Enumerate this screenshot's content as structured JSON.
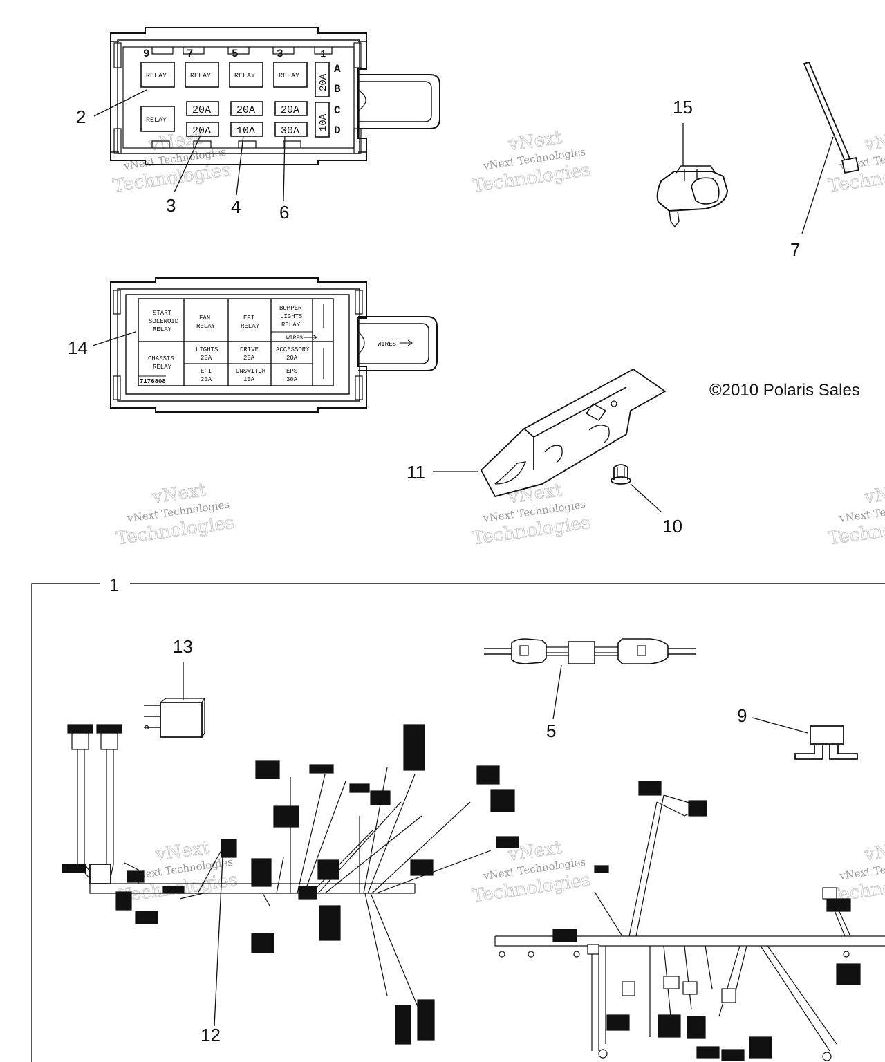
{
  "copyright": "©2010 Polaris Sales",
  "watermark": {
    "line1": "vNext Technologies",
    "line2": "vNext",
    "line3": "Technologies"
  },
  "callouts": {
    "c1": "1",
    "c2": "2",
    "c3": "3",
    "c4": "4",
    "c5": "5",
    "c6": "6",
    "c7": "7",
    "c9": "9",
    "c10": "10",
    "c11": "11",
    "c12": "12",
    "c13": "13",
    "c14": "14",
    "c15": "15"
  },
  "fuse_box_top": {
    "positions": [
      "9",
      "7",
      "5",
      "3",
      "1"
    ],
    "rows": [
      "A",
      "B",
      "C",
      "D"
    ],
    "relays": [
      "RELAY",
      "RELAY",
      "RELAY",
      "RELAY",
      "RELAY"
    ],
    "fuses_row1": [
      "20A",
      "20A",
      "20A"
    ],
    "fuses_row2": [
      "20A",
      "10A",
      "30A"
    ],
    "side_fuse_top": "20A",
    "side_fuse_bottom": "10A"
  },
  "fuse_label": {
    "start_solenoid": [
      "START",
      "SOLENOID",
      "RELAY"
    ],
    "fan": [
      "FAN",
      "RELAY"
    ],
    "efi_relay": [
      "EFI",
      "RELAY"
    ],
    "bumper": [
      "BUMPER",
      "LIGHTS",
      "RELAY"
    ],
    "wires": "WIRES",
    "chassis": [
      "CHASSIS",
      "RELAY"
    ],
    "lights": [
      "LIGHTS",
      "20A"
    ],
    "drive": [
      "DRIVE",
      "20A"
    ],
    "accessory": [
      "ACCESSORY",
      "20A"
    ],
    "efi_fuse": [
      "EFI",
      "20A"
    ],
    "unswitch": [
      "UNSWITCH",
      "10A"
    ],
    "eps": [
      "EPS",
      "30A"
    ],
    "part_no": "7176808",
    "wires_arrow": "WIRES"
  }
}
